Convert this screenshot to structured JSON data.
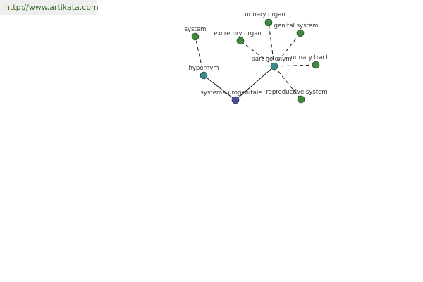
{
  "url": "http://www.artikata.com",
  "colors": {
    "leaf_node": "#3e8a3e",
    "hub_node": "#3a8c8c",
    "center_node": "#4a4aa0"
  },
  "nodes": {
    "center": "systema urogenitale",
    "hypernym": "hypernym",
    "part_holonym": "part holonym",
    "system": "system",
    "excretory_organ": "excretory organ",
    "urinary_organ": "urinary organ",
    "genital_system": "genital system",
    "urinary_tract": "urinary tract",
    "reproductive_system": "reproductive system"
  }
}
